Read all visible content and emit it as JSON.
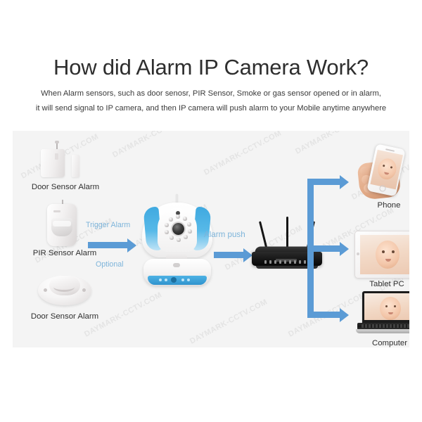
{
  "heading": "How did Alarm IP Camera Work?",
  "subtitle": {
    "line1": "When Alarm sensors, such as door senosr, PIR Sensor, Smoke or gas sensor opened or in alarm,",
    "line2": "it will send signal to IP camera, and then  IP camera will push alarm to your Mobile anytime anywhere"
  },
  "watermark": "DAYMARK-CCTV.COM",
  "colors": {
    "arrow_blue": "#5b9bd5",
    "label_blue": "#7db4da",
    "camera_blue": "#3fa9e0",
    "panel_bg": "#f4f4f4",
    "heading_color": "#2e2e2e"
  },
  "diagram": {
    "sensors": [
      {
        "label": "Door Sensor Alarm",
        "icon": "door-sensor-icon"
      },
      {
        "label": "PIR Sensor Alarm",
        "icon": "pir-sensor-icon"
      },
      {
        "label": "Door Sensor Alarm",
        "icon": "smoke-detector-icon"
      }
    ],
    "flow_labels": {
      "trigger": "Trigger Alarm",
      "optional": "Optional",
      "alarm_push": "Alarm push"
    },
    "camera": {
      "name": "ip-camera",
      "label": ""
    },
    "router": {
      "name": "wifi-router",
      "label": ""
    },
    "devices": [
      {
        "label": "Phone",
        "icon": "smartphone-in-hand-icon"
      },
      {
        "label": "Tablet PC",
        "icon": "tablet-icon"
      },
      {
        "label": "Computer",
        "icon": "laptop-icon"
      }
    ]
  }
}
